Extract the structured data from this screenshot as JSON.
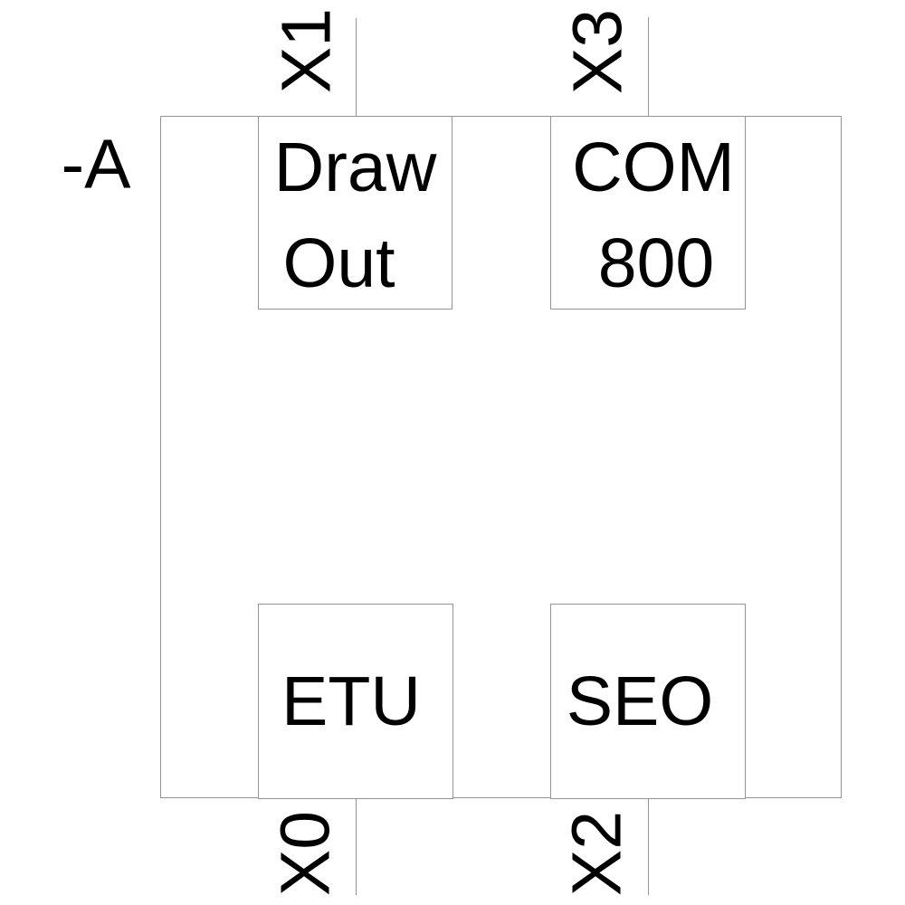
{
  "device": {
    "tag": "-A",
    "modules": [
      {
        "name": "draw-out",
        "lines": [
          "Draw",
          "Out"
        ]
      },
      {
        "name": "com-800",
        "lines": [
          "COM",
          "800"
        ]
      },
      {
        "name": "etu",
        "lines": [
          "ETU"
        ]
      },
      {
        "name": "seo",
        "lines": [
          "SEO"
        ]
      }
    ],
    "terminals": [
      {
        "name": "X1",
        "position": "top-left"
      },
      {
        "name": "X3",
        "position": "top-right"
      },
      {
        "name": "X0",
        "position": "bottom-left"
      },
      {
        "name": "X2",
        "position": "bottom-right"
      }
    ],
    "colors": {
      "line": "#949494",
      "text": "#000000",
      "background": "#ffffff"
    }
  }
}
